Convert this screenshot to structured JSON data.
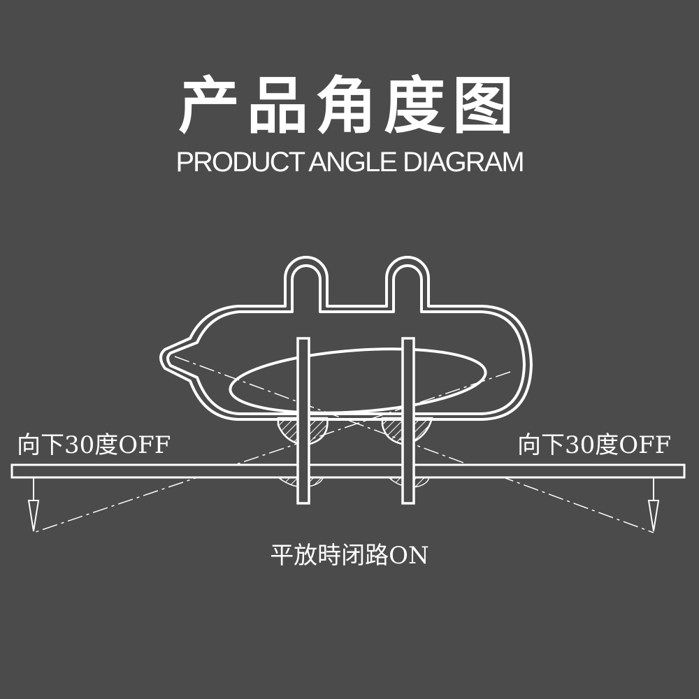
{
  "header": {
    "title": "产品角度图",
    "subtitle": "PRODUCT ANGLE DIAGRAM"
  },
  "labels": {
    "left_tilt": "向下30度OFF",
    "right_tilt": "向下30度OFF",
    "flat": "平放時闭路ON"
  },
  "colors": {
    "background": "#4b4b4b",
    "line": "#ffffff"
  }
}
